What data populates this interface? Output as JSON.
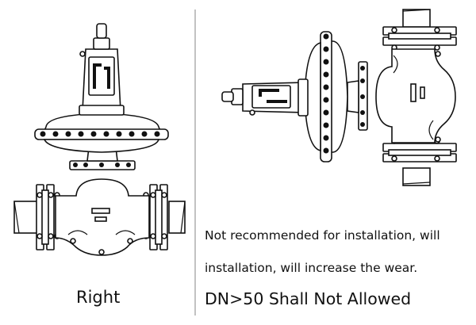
{
  "captions": {
    "left": "Right",
    "right_line1": "Not recommended for installation, will",
    "right_line2": "installation, will increase the wear.",
    "right_warning": "DN>50 Shall Not Allowed"
  }
}
